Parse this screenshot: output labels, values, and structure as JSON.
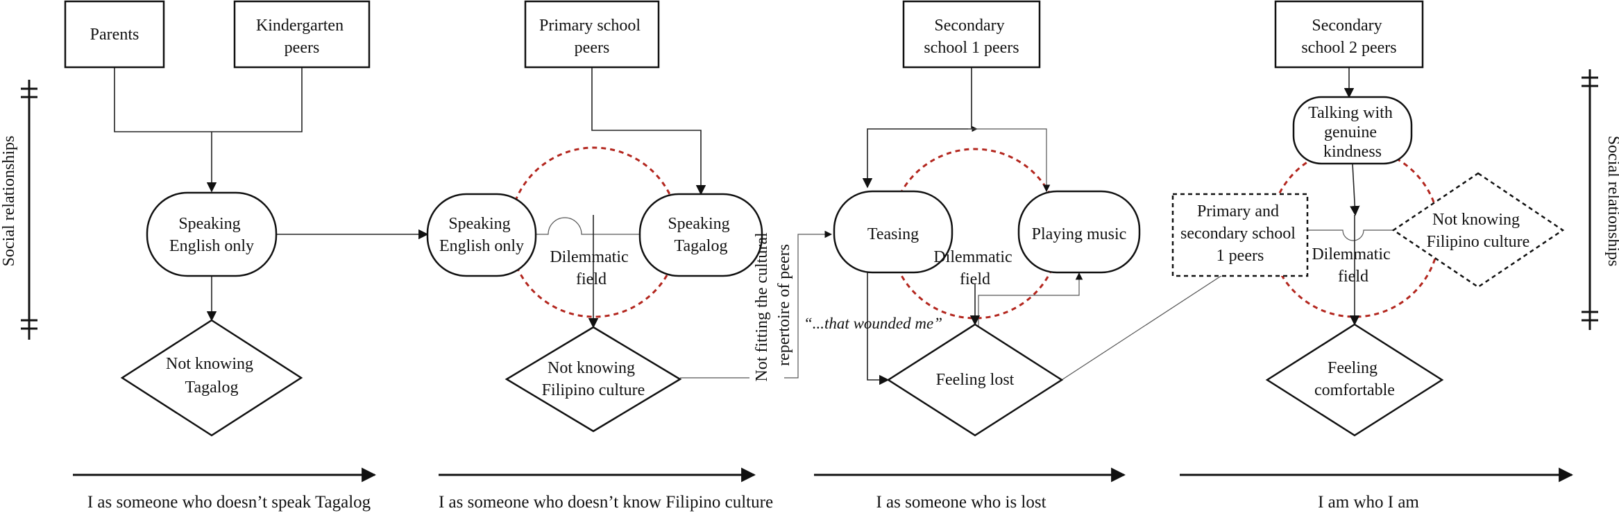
{
  "side_labels": {
    "left": "Social relationships",
    "right": "Social relationships"
  },
  "stages": [
    "I as someone who doesn’t speak Tagalog",
    "I as someone who doesn’t know Filipino culture",
    "I as someone who is lost",
    "I am who I am"
  ],
  "peers": {
    "parents": [
      "Parents"
    ],
    "kindergarten": [
      "Kindergarten",
      "peers"
    ],
    "primary": [
      "Primary school",
      "peers"
    ],
    "secondary1": [
      "Secondary",
      "school 1 peers"
    ],
    "secondary2": [
      "Secondary",
      "school 2 peers"
    ],
    "primary_secondary1": [
      "Primary and",
      "secondary school",
      "1 peers"
    ]
  },
  "actions": {
    "speaking_english_1": [
      "Speaking",
      "English only"
    ],
    "speaking_english_2": [
      "Speaking",
      "English only"
    ],
    "speaking_tagalog": [
      "Speaking",
      "Tagalog"
    ],
    "teasing": [
      "Teasing"
    ],
    "playing_music": [
      "Playing music"
    ],
    "talking_kindness": [
      "Talking with",
      "genuine",
      "kindness"
    ]
  },
  "outcomes": {
    "not_knowing_tagalog": [
      "Not knowing",
      "Tagalog"
    ],
    "not_knowing_filipino_1": [
      "Not knowing",
      "Filipino culture"
    ],
    "feeling_lost": [
      "Feeling lost"
    ],
    "feeling_comfortable": [
      "Feeling",
      "comfortable"
    ],
    "not_knowing_filipino_2": [
      "Not knowing",
      "Filipino culture"
    ]
  },
  "dilemmatic_field": [
    "Dilemmatic",
    "field"
  ],
  "vertical_note": [
    "Not fitting the cultural",
    "repertoire of peers"
  ],
  "quote": "“...that wounded me”"
}
